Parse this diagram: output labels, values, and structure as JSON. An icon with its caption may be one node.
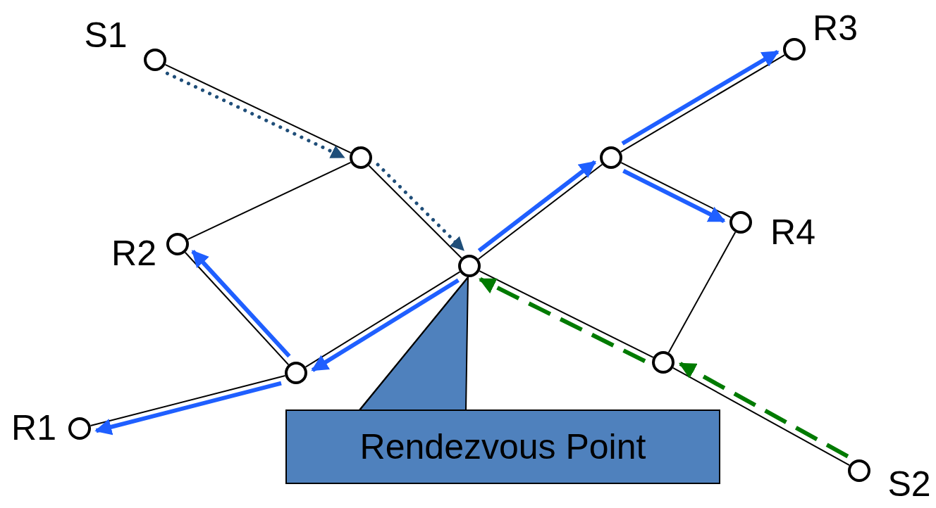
{
  "diagram": {
    "nodes": [
      {
        "text": [],
        "shape": "circle",
        "beside": [
          "S1"
        ]
      },
      {
        "text": [],
        "shape": "circle",
        "beside": [
          "R3"
        ]
      },
      {
        "text": [],
        "shape": "circle"
      },
      {
        "text": [],
        "shape": "circle"
      },
      {
        "text": [],
        "shape": "circle",
        "beside": [
          "R2"
        ]
      },
      {
        "text": [],
        "shape": "circle",
        "beside": [
          "R4"
        ]
      },
      {
        "text": [],
        "shape": "circle"
      },
      {
        "text": [],
        "shape": "circle"
      },
      {
        "text": [],
        "shape": "circle"
      },
      {
        "text": [],
        "shape": "circle",
        "beside": [
          "R1"
        ]
      },
      {
        "text": [
          "Rendezvous Point"
        ]
      },
      {
        "text": [],
        "shape": "circle",
        "beside": [
          "S2"
        ]
      }
    ],
    "edges": [
      {
        "from": 0,
        "to": 2,
        "arrow": "none"
      },
      {
        "from": 2,
        "to": 4,
        "arrow": "none"
      },
      {
        "from": 2,
        "to": 6,
        "arrow": "none"
      },
      {
        "from": 6,
        "to": 3,
        "arrow": "none"
      },
      {
        "from": 3,
        "to": 1,
        "arrow": "none"
      },
      {
        "from": 3,
        "to": 5,
        "arrow": "none"
      },
      {
        "from": 5,
        "to": 8,
        "arrow": "none"
      },
      {
        "from": 6,
        "to": 8,
        "arrow": "none"
      },
      {
        "from": 8,
        "to": 11,
        "arrow": "none"
      },
      {
        "from": 6,
        "to": 7,
        "arrow": "none"
      },
      {
        "from": 4,
        "to": 7,
        "arrow": "none"
      },
      {
        "from": 7,
        "to": 9,
        "arrow": "none"
      },
      {
        "from": 0,
        "to": 2,
        "arrow": "to",
        "style": "dashed",
        "color": "#1f4e79"
      },
      {
        "from": 2,
        "to": 6,
        "arrow": "to",
        "style": "dashed",
        "color": "#1f4e79"
      },
      {
        "from": 6,
        "to": 3,
        "arrow": "to",
        "style": "thick",
        "color": "#1f5fff"
      },
      {
        "from": 3,
        "to": 1,
        "arrow": "to",
        "style": "thick",
        "color": "#1f5fff"
      },
      {
        "from": 3,
        "to": 5,
        "arrow": "to",
        "style": "thick",
        "color": "#1f5fff"
      },
      {
        "from": 6,
        "to": 7,
        "arrow": "to",
        "style": "thick",
        "color": "#1f5fff"
      },
      {
        "from": 7,
        "to": 4,
        "arrow": "to",
        "style": "thick",
        "color": "#1f5fff"
      },
      {
        "from": 7,
        "to": 9,
        "arrow": "to",
        "style": "thick",
        "color": "#1f5fff"
      },
      {
        "from": 11,
        "to": 8,
        "arrow": "to",
        "style": "dashed",
        "color": "#007a00"
      },
      {
        "from": 8,
        "to": 6,
        "arrow": "to",
        "style": "dashed",
        "color": "#007a00"
      },
      {
        "from": 10,
        "to": 6,
        "arrow": "none"
      }
    ]
  }
}
